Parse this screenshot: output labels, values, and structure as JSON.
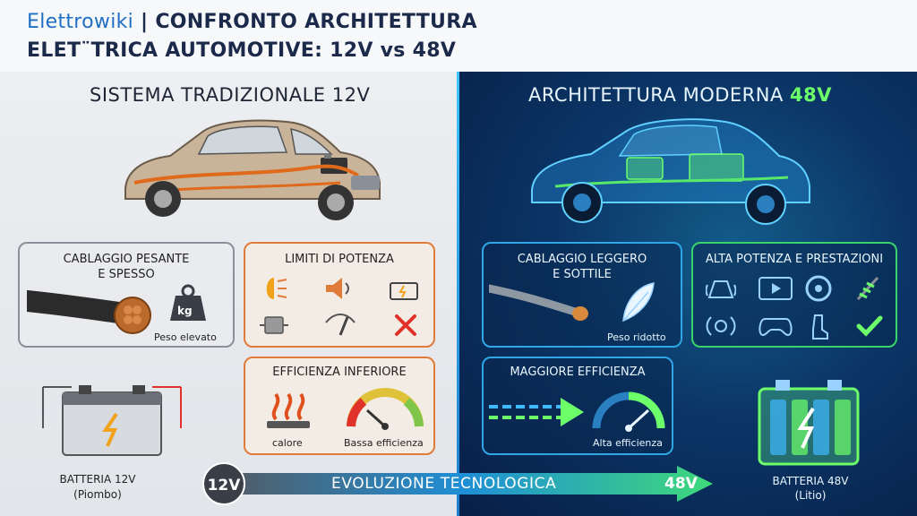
{
  "header": {
    "brand": "Elettrowiki",
    "separator": " | ",
    "line1": "CONFRONTO ARCHITETTURA",
    "line2": "ELET¨TRICA AUTOMOTIVE: 12V vs 48V"
  },
  "left": {
    "title": "SISTEMA TRADIZIONALE 12V",
    "wiring": {
      "title_l1": "CABLAGGIO PESANTE",
      "title_l2": "E SPESSO",
      "weight_unit": "kg",
      "note": "Peso elevato"
    },
    "limits": {
      "title": "LIMITI DI POTENZA"
    },
    "efficiency": {
      "title": "EFFICIENZA INFERIORE",
      "heat": "calore",
      "low": "Bassa efficienza"
    },
    "battery": {
      "l1": "BATTERIA 12V",
      "l2": "(Piombo)"
    }
  },
  "right": {
    "title_pre": "ARCHITETTURA MODERNA ",
    "title_accent": "48V",
    "wiring": {
      "title_l1": "CABLAGGIO LEGGERO",
      "title_l2": "E SOTTILE",
      "note": "Peso ridotto"
    },
    "power": {
      "title": "ALTA POTENZA E PRESTAZIONI"
    },
    "efficiency": {
      "title": "MAGGIORE EFFICIENZA",
      "high": "Alta efficienza"
    },
    "battery": {
      "l1": "BATTERIA 48V",
      "l2": "(Litio)"
    }
  },
  "evolution": {
    "from": "12V",
    "label": "EVOLUZIONE TECNOLOGICA",
    "to": "48V"
  },
  "icons": [
    "wire-icon",
    "weight-icon",
    "headlight-icon",
    "horn-icon",
    "battery-icon",
    "plug-icon",
    "wiper-icon",
    "cross-icon",
    "heat-icon",
    "gauge-icon",
    "feather-icon",
    "radar-icon",
    "screen-icon",
    "steering-icon",
    "suspension-icon",
    "speaker-icon",
    "gamepad-icon",
    "seat-icon",
    "check-icon"
  ],
  "colors": {
    "orange_accent": "#e07b3a",
    "blue_accent": "#2fa6e6",
    "green_accent": "#38d46a",
    "navy": "#1b2a4a"
  }
}
